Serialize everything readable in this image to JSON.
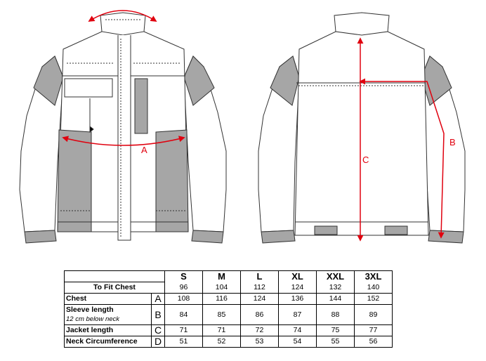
{
  "labels": {
    "a": "A",
    "b": "B",
    "c": "C"
  },
  "colors": {
    "measure": "#e0000e",
    "panel": "#a6a6a6",
    "line": "#333333"
  },
  "table": {
    "sizes": [
      "S",
      "M",
      "L",
      "XL",
      "XXL",
      "3XL"
    ],
    "to_fit_label": "To Fit Chest",
    "to_fit_values": [
      "96",
      "104",
      "112",
      "124",
      "132",
      "140"
    ],
    "rows": [
      {
        "label": "Chest",
        "sublabel": "",
        "letter": "A",
        "values": [
          "108",
          "116",
          "124",
          "136",
          "144",
          "152"
        ]
      },
      {
        "label": "Sleeve length",
        "sublabel": "12 cm  below neck",
        "letter": "B",
        "values": [
          "84",
          "85",
          "86",
          "87",
          "88",
          "89"
        ]
      },
      {
        "label": "Jacket length",
        "sublabel": "",
        "letter": "C",
        "values": [
          "71",
          "71",
          "72",
          "74",
          "75",
          "77"
        ]
      },
      {
        "label": "Neck Circumference",
        "sublabel": "",
        "letter": "D",
        "values": [
          "51",
          "52",
          "53",
          "54",
          "55",
          "56"
        ]
      }
    ]
  }
}
